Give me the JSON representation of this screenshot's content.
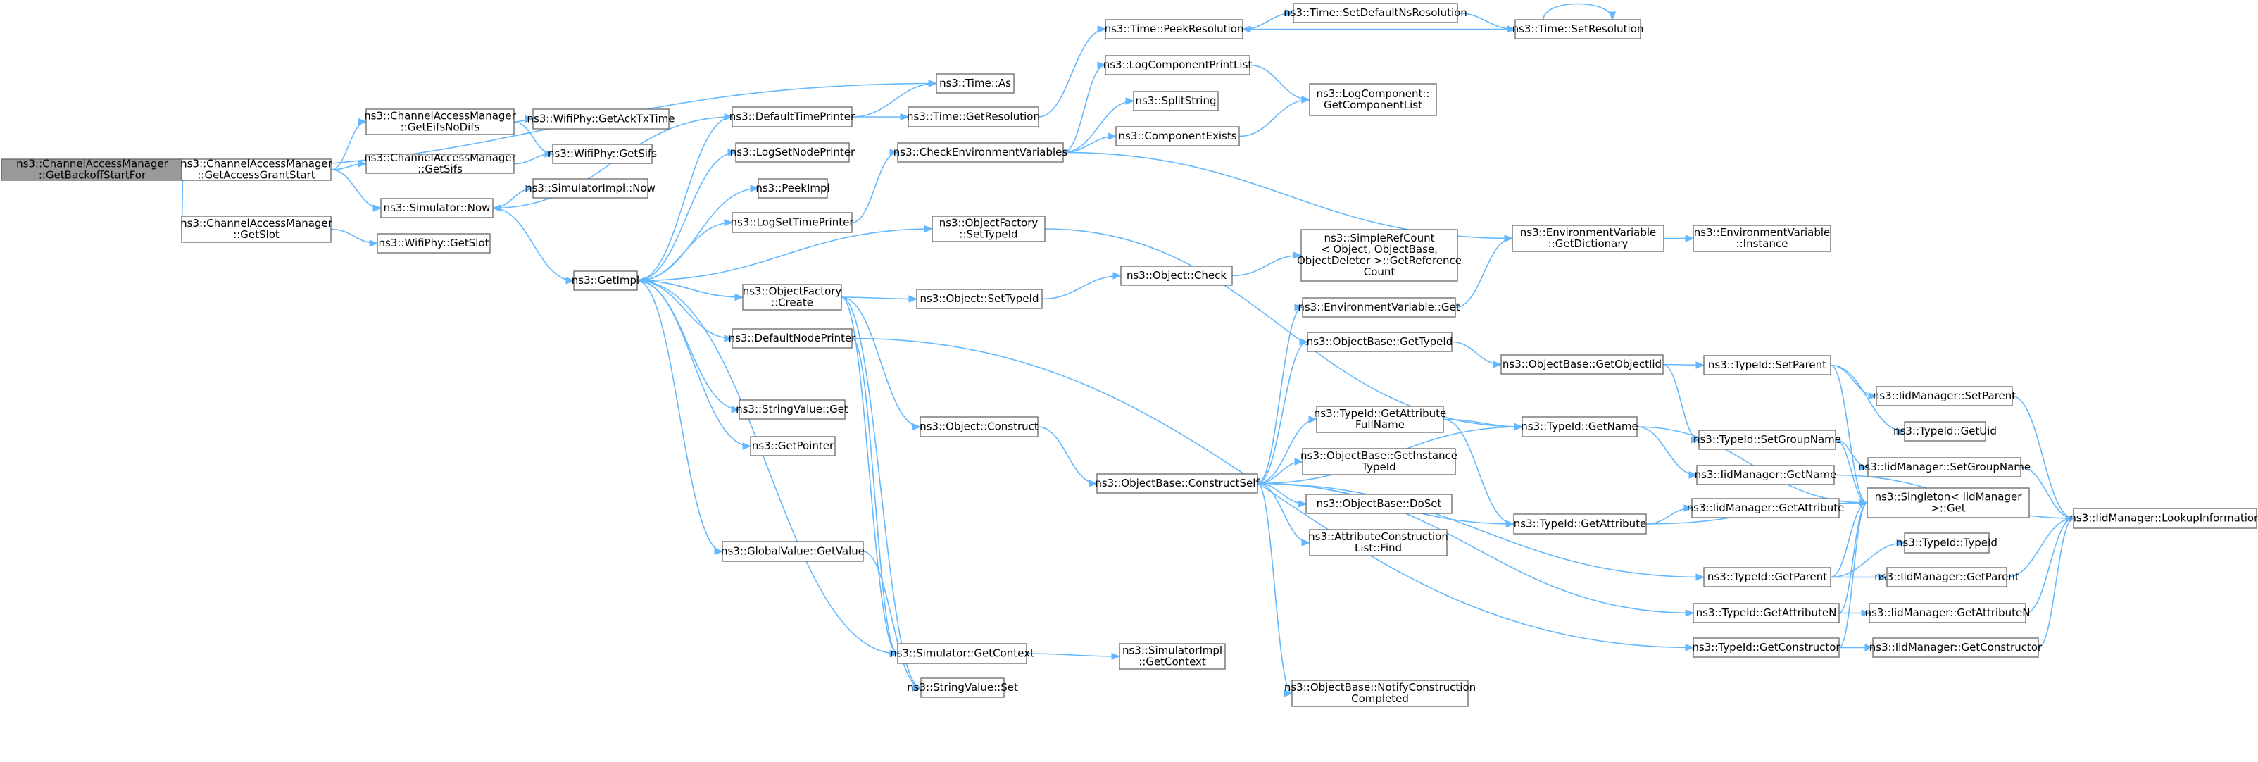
{
  "root": "ns3::ChannelAccessManager\n::GetBackoffStartFor",
  "nodes": [
    {
      "id": "root",
      "label": "ns3::ChannelAccessManager\n::GetBackoffStartFor",
      "root": true
    },
    {
      "id": "gags",
      "label": "ns3::ChannelAccessManager\n::GetAccessGrantStart"
    },
    {
      "id": "gslot",
      "label": "ns3::ChannelAccessManager\n::GetSlot"
    },
    {
      "id": "geifs",
      "label": "ns3::ChannelAccessManager\n::GetEifsNoDifs"
    },
    {
      "id": "gsifs",
      "label": "ns3::ChannelAccessManager\n::GetSifs"
    },
    {
      "id": "simnow",
      "label": "ns3::Simulator::Now"
    },
    {
      "id": "ackt",
      "label": "ns3::WifiPhy::GetAckTxTime"
    },
    {
      "id": "physifs",
      "label": "ns3::WifiPhy::GetSifs"
    },
    {
      "id": "physlot",
      "label": "ns3::WifiPhy::GetSlot"
    },
    {
      "id": "implnow",
      "label": "ns3::SimulatorImpl::Now"
    },
    {
      "id": "timeas",
      "label": "ns3::Time::As"
    },
    {
      "id": "getimpl",
      "label": "ns3::GetImpl"
    },
    {
      "id": "dtp",
      "label": "ns3::DefaultTimePrinter"
    },
    {
      "id": "lsnp",
      "label": "ns3::LogSetNodePrinter"
    },
    {
      "id": "peekimpl",
      "label": "ns3::PeekImpl"
    },
    {
      "id": "lstp",
      "label": "ns3::LogSetTimePrinter"
    },
    {
      "id": "ofcreate",
      "label": "ns3::ObjectFactory\n::Create"
    },
    {
      "id": "dnp",
      "label": "ns3::DefaultNodePrinter"
    },
    {
      "id": "svget",
      "label": "ns3::StringValue::Get"
    },
    {
      "id": "getptr",
      "label": "ns3::GetPointer"
    },
    {
      "id": "gvget",
      "label": "ns3::GlobalValue::GetValue"
    },
    {
      "id": "simctx",
      "label": "ns3::Simulator::GetContext"
    },
    {
      "id": "svset",
      "label": "ns3::StringValue::Set"
    },
    {
      "id": "implctx",
      "label": "ns3::SimulatorImpl\n::GetContext"
    },
    {
      "id": "getres",
      "label": "ns3::Time::GetResolution"
    },
    {
      "id": "peekres",
      "label": "ns3::Time::PeekResolution"
    },
    {
      "id": "setdefres",
      "label": "ns3::Time::SetDefaultNsResolution"
    },
    {
      "id": "setres",
      "label": "ns3::Time::SetResolution"
    },
    {
      "id": "cev",
      "label": "ns3::CheckEnvironmentVariables"
    },
    {
      "id": "lcpl",
      "label": "ns3::LogComponentPrintList"
    },
    {
      "id": "split",
      "label": "ns3::SplitString"
    },
    {
      "id": "compex",
      "label": "ns3::ComponentExists"
    },
    {
      "id": "lcgcl",
      "label": "ns3::LogComponent::\nGetComponentList"
    },
    {
      "id": "ofsettid",
      "label": "ns3::ObjectFactory\n::SetTypeId"
    },
    {
      "id": "objsettid",
      "label": "ns3::Object::SetTypeId"
    },
    {
      "id": "objcheck",
      "label": "ns3::Object::Check"
    },
    {
      "id": "srcgrc",
      "label": "ns3::SimpleRefCount\n< Object, ObjectBase,\nObjectDeleter >::GetReference\nCount"
    },
    {
      "id": "objcons",
      "label": "ns3::Object::Construct"
    },
    {
      "id": "obcs",
      "label": "ns3::ObjectBase::ConstructSelf"
    },
    {
      "id": "evget",
      "label": "ns3::EnvironmentVariable::Get"
    },
    {
      "id": "evgd",
      "label": "ns3::EnvironmentVariable\n::GetDictionary"
    },
    {
      "id": "evinst",
      "label": "ns3::EnvironmentVariable\n::Instance"
    },
    {
      "id": "obgettid",
      "label": "ns3::ObjectBase::GetTypeId"
    },
    {
      "id": "obgoiid",
      "label": "ns3::ObjectBase::GetObjectIid"
    },
    {
      "id": "tidgafn",
      "label": "ns3::TypeId::GetAttribute\nFullName"
    },
    {
      "id": "obgitid",
      "label": "ns3::ObjectBase::GetInstance\nTypeId"
    },
    {
      "id": "obdoset",
      "label": "ns3::ObjectBase::DoSet"
    },
    {
      "id": "aclfind",
      "label": "ns3::AttributeConstruction\nList::Find"
    },
    {
      "id": "obnc",
      "label": "ns3::ObjectBase::NotifyConstruction\nCompleted"
    },
    {
      "id": "tidgetname",
      "label": "ns3::TypeId::GetName"
    },
    {
      "id": "tidgetattr",
      "label": "ns3::TypeId::GetAttribute"
    },
    {
      "id": "tidsetparent",
      "label": "ns3::TypeId::SetParent"
    },
    {
      "id": "tidsgn",
      "label": "ns3::TypeId::SetGroupName"
    },
    {
      "id": "iidgetname",
      "label": "ns3::IidManager::GetName"
    },
    {
      "id": "iidgetattr",
      "label": "ns3::IidManager::GetAttribute"
    },
    {
      "id": "singget",
      "label": "ns3::Singleton< IidManager\n>::Get"
    },
    {
      "id": "tidgetparent",
      "label": "ns3::TypeId::GetParent"
    },
    {
      "id": "tidgan",
      "label": "ns3::TypeId::GetAttributeN"
    },
    {
      "id": "tidgc",
      "label": "ns3::TypeId::GetConstructor"
    },
    {
      "id": "iidsetparent",
      "label": "ns3::IidManager::SetParent"
    },
    {
      "id": "tidgetuid",
      "label": "ns3::TypeId::GetUid"
    },
    {
      "id": "iidsgn",
      "label": "ns3::IidManager::SetGroupName"
    },
    {
      "id": "tidtid",
      "label": "ns3::TypeId::TypeId"
    },
    {
      "id": "iidgetparent",
      "label": "ns3::IidManager::GetParent"
    },
    {
      "id": "iidgan",
      "label": "ns3::IidManager::GetAttributeN"
    },
    {
      "id": "iidgc",
      "label": "ns3::IidManager::GetConstructor"
    },
    {
      "id": "iidli",
      "label": "ns3::IidManager::LookupInformation"
    }
  ],
  "edges": [
    [
      "root",
      "gags"
    ],
    [
      "root",
      "gslot"
    ],
    [
      "root",
      "timeas"
    ],
    [
      "gags",
      "geifs"
    ],
    [
      "gags",
      "gsifs"
    ],
    [
      "gags",
      "simnow"
    ],
    [
      "geifs",
      "ackt"
    ],
    [
      "geifs",
      "physifs"
    ],
    [
      "gsifs",
      "physifs"
    ],
    [
      "gslot",
      "physlot"
    ],
    [
      "simnow",
      "implnow"
    ],
    [
      "simnow",
      "getimpl"
    ],
    [
      "getimpl",
      "dtp"
    ],
    [
      "getimpl",
      "lsnp"
    ],
    [
      "getimpl",
      "peekimpl"
    ],
    [
      "getimpl",
      "lstp"
    ],
    [
      "getimpl",
      "ofsettid"
    ],
    [
      "getimpl",
      "ofcreate"
    ],
    [
      "getimpl",
      "dnp"
    ],
    [
      "getimpl",
      "svget"
    ],
    [
      "getimpl",
      "getptr"
    ],
    [
      "getimpl",
      "gvget"
    ],
    [
      "getimpl",
      "simctx"
    ],
    [
      "dtp",
      "simnow"
    ],
    [
      "dtp",
      "timeas"
    ],
    [
      "dtp",
      "getres"
    ],
    [
      "getres",
      "peekres"
    ],
    [
      "peekres",
      "setdefres"
    ],
    [
      "setdefres",
      "setres"
    ],
    [
      "setres",
      "peekres"
    ],
    [
      "setres",
      "setres"
    ],
    [
      "lstp",
      "cev"
    ],
    [
      "cev",
      "lcpl"
    ],
    [
      "cev",
      "split"
    ],
    [
      "cev",
      "compex"
    ],
    [
      "cev",
      "evgd"
    ],
    [
      "lcpl",
      "lcgcl"
    ],
    [
      "compex",
      "lcgcl"
    ],
    [
      "ofsettid",
      "tidgetname"
    ],
    [
      "ofcreate",
      "objsettid"
    ],
    [
      "ofcreate",
      "objcons"
    ],
    [
      "ofcreate",
      "getimpl"
    ],
    [
      "ofcreate",
      "simctx"
    ],
    [
      "ofcreate",
      "svset"
    ],
    [
      "objsettid",
      "objcheck"
    ],
    [
      "objcheck",
      "srcgrc"
    ],
    [
      "objcons",
      "obcs"
    ],
    [
      "dnp",
      "simctx"
    ],
    [
      "dnp",
      "tidgc"
    ],
    [
      "gvget",
      "svset"
    ],
    [
      "simctx",
      "implctx"
    ],
    [
      "obcs",
      "evget"
    ],
    [
      "obcs",
      "obgettid"
    ],
    [
      "obcs",
      "tidgetname"
    ],
    [
      "obcs",
      "tidgafn"
    ],
    [
      "obcs",
      "obgitid"
    ],
    [
      "obcs",
      "obdoset"
    ],
    [
      "obcs",
      "aclfind"
    ],
    [
      "obcs",
      "tidgetattr"
    ],
    [
      "obcs",
      "tidgetparent"
    ],
    [
      "obcs",
      "tidgan"
    ],
    [
      "obcs",
      "obnc"
    ],
    [
      "evget",
      "evgd"
    ],
    [
      "evgd",
      "evinst"
    ],
    [
      "obgettid",
      "obgoiid"
    ],
    [
      "obgoiid",
      "tidsetparent"
    ],
    [
      "obgoiid",
      "tidsgn"
    ],
    [
      "tidgafn",
      "tidgetname"
    ],
    [
      "tidgafn",
      "tidgetattr"
    ],
    [
      "tidgetname",
      "iidgetname"
    ],
    [
      "tidgetname",
      "singget"
    ],
    [
      "tidgetattr",
      "iidgetattr"
    ],
    [
      "tidgetattr",
      "singget"
    ],
    [
      "tidsetparent",
      "iidsetparent"
    ],
    [
      "tidsetparent",
      "tidgetuid"
    ],
    [
      "tidsetparent",
      "singget"
    ],
    [
      "tidsgn",
      "iidsgn"
    ],
    [
      "tidsgn",
      "singget"
    ],
    [
      "iidgetname",
      "iidli"
    ],
    [
      "iidsetparent",
      "iidli"
    ],
    [
      "iidsgn",
      "iidli"
    ],
    [
      "tidgetparent",
      "tidtid"
    ],
    [
      "tidgetparent",
      "iidgetparent"
    ],
    [
      "tidgetparent",
      "singget"
    ],
    [
      "tidgan",
      "iidgan"
    ],
    [
      "tidgan",
      "singget"
    ],
    [
      "tidgc",
      "iidgc"
    ],
    [
      "tidgc",
      "singget"
    ],
    [
      "iidgetparent",
      "iidli"
    ],
    [
      "iidgan",
      "iidli"
    ],
    [
      "iidgc",
      "iidli"
    ]
  ]
}
